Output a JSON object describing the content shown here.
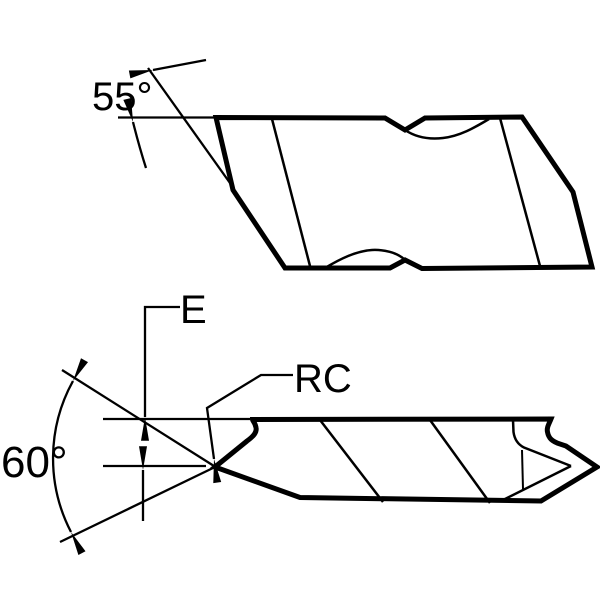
{
  "diagram": {
    "kind": "technical-drawing",
    "subject": "cutting insert profile with angle and dimension callouts",
    "colors": {
      "line": "#000000",
      "background": "#ffffff"
    },
    "labels": {
      "angle_55": "55°",
      "angle_60": "60°",
      "dim_e": "E",
      "dim_rc": "RC"
    }
  }
}
